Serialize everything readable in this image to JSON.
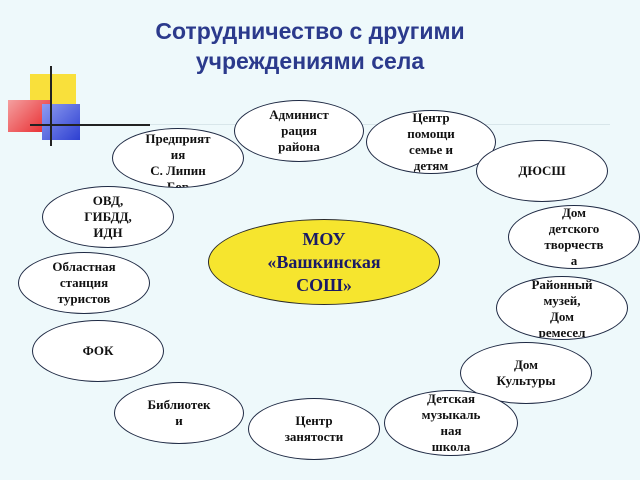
{
  "title": {
    "line1": "Сотрудничество с другими",
    "line2": "учреждениями села"
  },
  "colors": {
    "title": "#2b3a8c",
    "center_fill": "#f6e52e",
    "node_fill": "#ffffff",
    "deco_yellow": "#f9e03b",
    "deco_red": "#e8262a",
    "deco_blue": "#2d3fd1"
  },
  "center": {
    "lines": [
      "МОУ",
      "«Вашкинская",
      "СОШ»"
    ]
  },
  "partners": [
    {
      "id": "enterprise",
      "lines": [
        "Предприят",
        "ия",
        "С. Липин",
        "Бор"
      ]
    },
    {
      "id": "administration",
      "lines": [
        "Админист",
        "рация",
        "района"
      ]
    },
    {
      "id": "family-center",
      "lines": [
        "Центр",
        "помощи",
        "семье и",
        "детям"
      ]
    },
    {
      "id": "sports-school",
      "lines": [
        "ДЮСШ"
      ]
    },
    {
      "id": "children-creativity",
      "lines": [
        "Дом",
        "детского",
        "творчеств",
        "а"
      ]
    },
    {
      "id": "police",
      "lines": [
        "ОВД,",
        "ГИБДД,",
        "ИДН"
      ]
    },
    {
      "id": "tourist-station",
      "lines": [
        "Областная",
        "станция",
        "туристов"
      ]
    },
    {
      "id": "museum",
      "lines": [
        "Районный",
        "музей,",
        "Дом",
        "ремесел"
      ]
    },
    {
      "id": "fok",
      "lines": [
        "ФОК"
      ]
    },
    {
      "id": "culture-house",
      "lines": [
        "Дом",
        "Культуры"
      ]
    },
    {
      "id": "library",
      "lines": [
        "Библиотек",
        "и"
      ]
    },
    {
      "id": "employment-center",
      "lines": [
        "Центр",
        "занятости"
      ]
    },
    {
      "id": "music-school",
      "lines": [
        "Детская",
        "музыкаль",
        "ная",
        "школа"
      ]
    }
  ]
}
